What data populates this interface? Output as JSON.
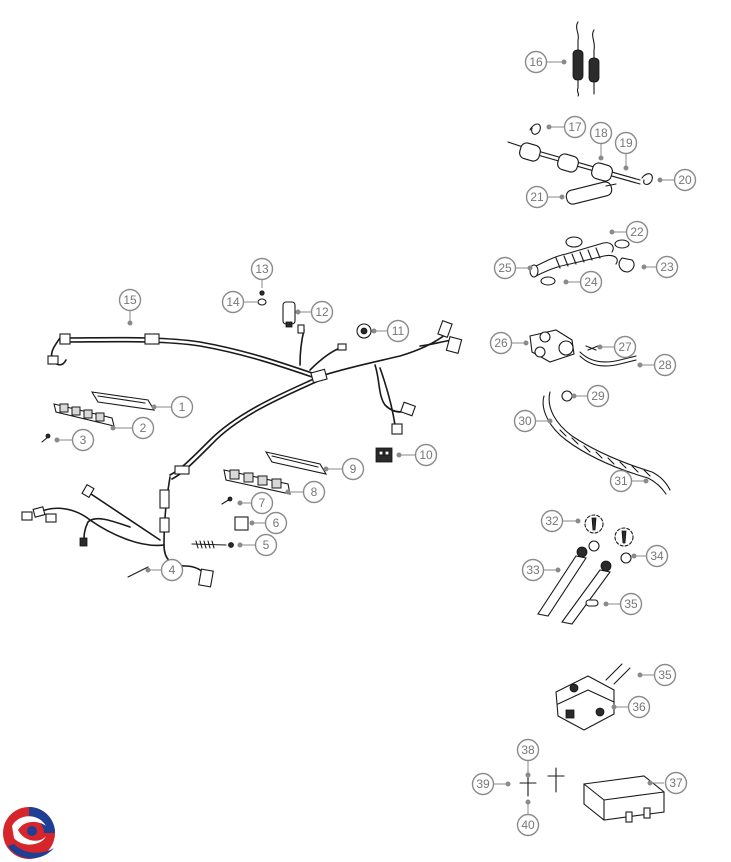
{
  "diagram": {
    "callouts": [
      "1",
      "2",
      "3",
      "4",
      "5",
      "6",
      "7",
      "8",
      "9",
      "10",
      "11",
      "12",
      "13",
      "14",
      "15",
      "16",
      "17",
      "18",
      "19",
      "20",
      "21",
      "22",
      "23",
      "24",
      "25",
      "26",
      "27",
      "28",
      "29",
      "30",
      "31",
      "32",
      "33",
      "34",
      "35",
      "35",
      "36",
      "37",
      "38",
      "39",
      "40"
    ]
  },
  "logo": {
    "colors": [
      "#d6262b",
      "#1f3f95",
      "#ffffff"
    ]
  }
}
